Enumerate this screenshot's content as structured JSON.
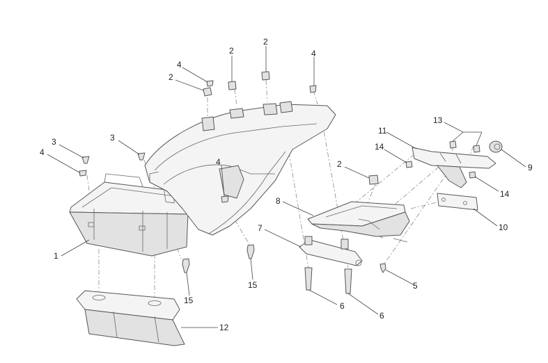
{
  "callouts": [
    {
      "id": "c1",
      "text": "1"
    },
    {
      "id": "c2a",
      "text": "2"
    },
    {
      "id": "c2b",
      "text": "2"
    },
    {
      "id": "c2c",
      "text": "2"
    },
    {
      "id": "c2d",
      "text": "2"
    },
    {
      "id": "c3a",
      "text": "3"
    },
    {
      "id": "c3b",
      "text": "3"
    },
    {
      "id": "c4a",
      "text": "4"
    },
    {
      "id": "c4b",
      "text": "4"
    },
    {
      "id": "c4c",
      "text": "4"
    },
    {
      "id": "c4d",
      "text": "4"
    },
    {
      "id": "c5",
      "text": "5"
    },
    {
      "id": "c6a",
      "text": "6"
    },
    {
      "id": "c6b",
      "text": "6"
    },
    {
      "id": "c7",
      "text": "7"
    },
    {
      "id": "c8",
      "text": "8"
    },
    {
      "id": "c9",
      "text": "9"
    },
    {
      "id": "c10",
      "text": "10"
    },
    {
      "id": "c11",
      "text": "11"
    },
    {
      "id": "c12",
      "text": "12"
    },
    {
      "id": "c13",
      "text": "13"
    },
    {
      "id": "c14a",
      "text": "14"
    },
    {
      "id": "c14b",
      "text": "14"
    },
    {
      "id": "c15a",
      "text": "15"
    },
    {
      "id": "c15b",
      "text": "15"
    }
  ]
}
